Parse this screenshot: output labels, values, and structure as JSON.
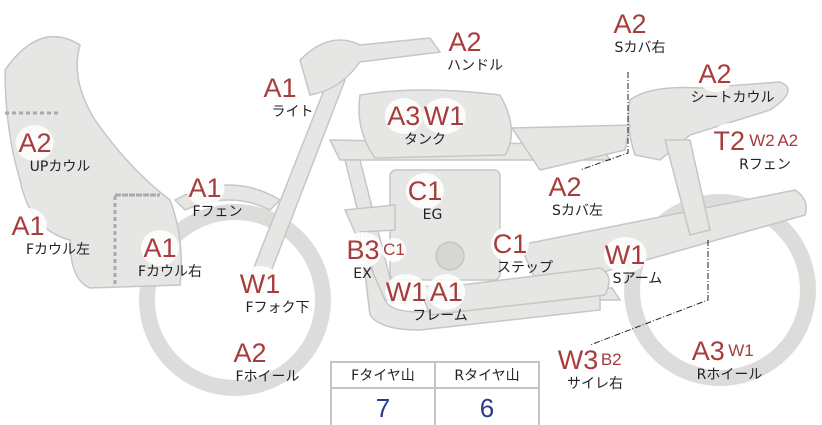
{
  "parts": {
    "f_cowl_left": {
      "label": "Fカウル左",
      "codes": [
        "A1"
      ]
    },
    "up_cowl": {
      "label": "UPカウル",
      "codes": [
        "A2"
      ]
    },
    "f_cowl_right": {
      "label": "Fカウル右",
      "codes": [
        "A1"
      ]
    },
    "f_fender": {
      "label": "Fフェン",
      "codes": [
        "A1"
      ]
    },
    "light": {
      "label": "ライト",
      "codes": [
        "A1"
      ]
    },
    "handle": {
      "label": "ハンドル",
      "codes": [
        "A2"
      ]
    },
    "tank": {
      "label": "タンク",
      "codes": [
        "A3",
        "W1"
      ]
    },
    "engine": {
      "label": "EG",
      "codes": [
        "C1"
      ]
    },
    "exhaust": {
      "label": "EX",
      "codes": [
        "B3",
        "C1"
      ]
    },
    "f_fork_lower": {
      "label": "Fフォク下",
      "codes": [
        "W1"
      ]
    },
    "frame": {
      "label": "フレーム",
      "codes": [
        "W1",
        "A1"
      ]
    },
    "step": {
      "label": "ステップ",
      "codes": [
        "C1"
      ]
    },
    "f_wheel": {
      "label": "Fホイール",
      "codes": [
        "A2"
      ]
    },
    "s_cover_right": {
      "label": "Sカバ右",
      "codes": [
        "A2"
      ]
    },
    "seat_cowl": {
      "label": "シートカウル",
      "codes": [
        "A2"
      ]
    },
    "r_fender": {
      "label": "Rフェン",
      "codes": [
        "T2",
        "W2",
        "A2"
      ]
    },
    "s_cover_left": {
      "label": "Sカバ左",
      "codes": [
        "A2"
      ]
    },
    "swing_arm": {
      "label": "Sアーム",
      "codes": [
        "W1"
      ]
    },
    "silencer_right": {
      "label": "サイレ右",
      "codes": [
        "W3",
        "B2"
      ]
    },
    "r_wheel": {
      "label": "Rホイール",
      "codes": [
        "A3",
        "W1"
      ]
    }
  },
  "tires": {
    "front_label": "Fタイヤ山",
    "rear_label": "Rタイヤ山",
    "front_value": "7",
    "rear_value": "6"
  },
  "colors": {
    "code": "#a83c3c",
    "value": "#2d3a8c",
    "part_fill": "#e6e6e4",
    "part_stroke": "#c6c6c4"
  }
}
